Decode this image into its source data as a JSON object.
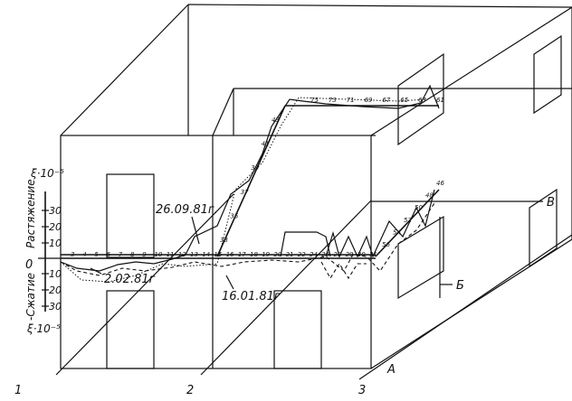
{
  "axis": {
    "unit_top": "ξ·10⁻⁵",
    "unit_bottom": "ξ·10⁻⁵",
    "tension_label": "Растяжение",
    "compression_label": "-Сжатие",
    "ticks_up": [
      "30",
      "20",
      "10"
    ],
    "zero": "0",
    "ticks_down": [
      "10",
      "20",
      "30"
    ]
  },
  "dates": {
    "d1": "26.09.81г.",
    "d2": "2.02.81г",
    "d3": "16.01.81г"
  },
  "axes_labels": {
    "v": "В",
    "b": "Б",
    "a": "А",
    "n1": "1",
    "n2": "2",
    "n3": "3"
  },
  "points_front": [
    "3",
    "4",
    "5",
    "6",
    "7",
    "8",
    "9",
    "10",
    "11",
    "12",
    "13",
    "14",
    "15",
    "16",
    "17",
    "18",
    "19",
    "20",
    "21",
    "22",
    "24",
    "26",
    "28",
    "29",
    "30",
    "31"
  ],
  "points_rise": [
    "33",
    "35",
    "37",
    "39",
    "41",
    "43"
  ],
  "points_back": [
    "75",
    "73",
    "71",
    "69",
    "67",
    "65",
    "63",
    "61"
  ],
  "points_right": [
    "56",
    "54",
    "52",
    "50",
    "48",
    "46"
  ]
}
